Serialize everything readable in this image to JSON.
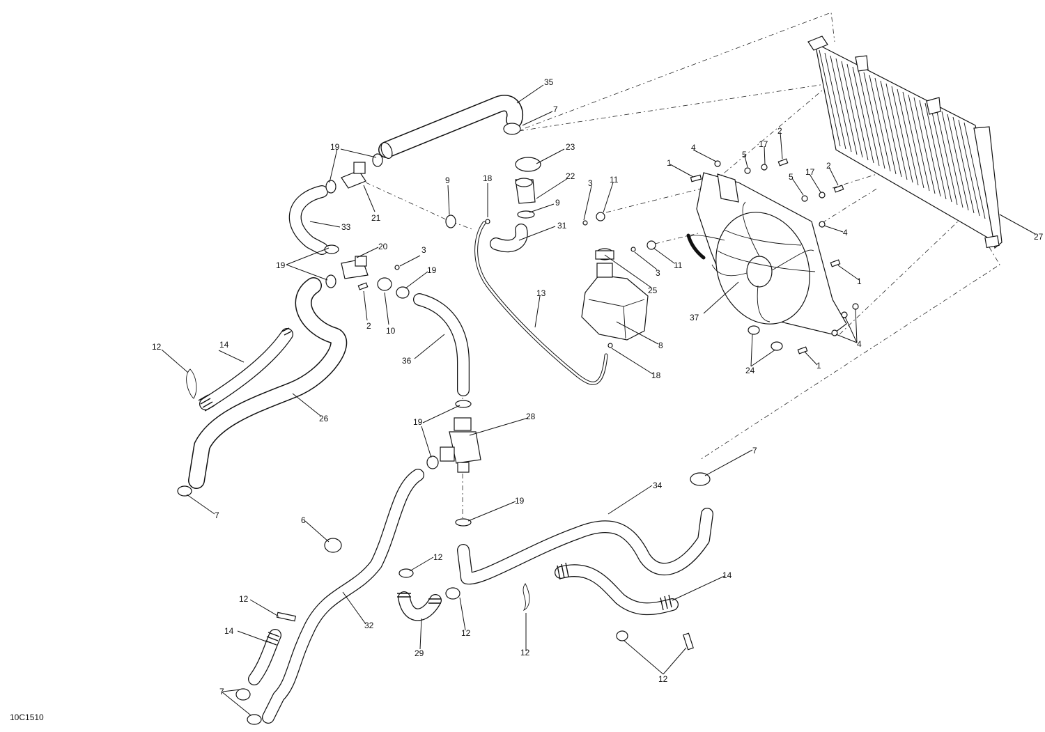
{
  "diagram_code": "10C1510",
  "callouts": {
    "c35": "35",
    "c7a": "7",
    "c19a": "19",
    "c23": "23",
    "c22": "22",
    "c9a": "9",
    "c18a": "18",
    "c21": "21",
    "c9b": "9",
    "c31": "31",
    "c33": "33",
    "c20": "20",
    "c3a": "3",
    "c19b": "19",
    "c19c": "19",
    "c2a": "2",
    "c10": "10",
    "c12a": "12",
    "c14a": "14",
    "c26": "26",
    "c36": "36",
    "c13": "13",
    "c3b": "3",
    "c11a": "11",
    "c4a": "4",
    "c1a": "1",
    "c5a": "5",
    "c17a": "17",
    "c2b": "2",
    "c5b": "5",
    "c17b": "17",
    "c2c": "2",
    "c4b": "4",
    "c27": "27",
    "c3c": "3",
    "c11b": "11",
    "c25": "25",
    "c1b": "1",
    "c37": "37",
    "c8": "8",
    "c18b": "18",
    "c4c": "4",
    "c24": "24",
    "c1c": "1",
    "c28": "28",
    "c19d": "19",
    "c7b": "7",
    "c7c": "7",
    "c34": "34",
    "c19e": "19",
    "c6": "6",
    "c12b": "12",
    "c14b": "14",
    "c12c": "12",
    "c14c": "14",
    "c32": "32",
    "c29": "29",
    "c12d": "12",
    "c12e": "12",
    "c12f": "12",
    "c7d": "7"
  },
  "parts": {
    "radiator": "radiator",
    "fan": "fan-assembly",
    "reservoir": "coolant-reservoir",
    "thermostat": "thermostat-housing"
  }
}
